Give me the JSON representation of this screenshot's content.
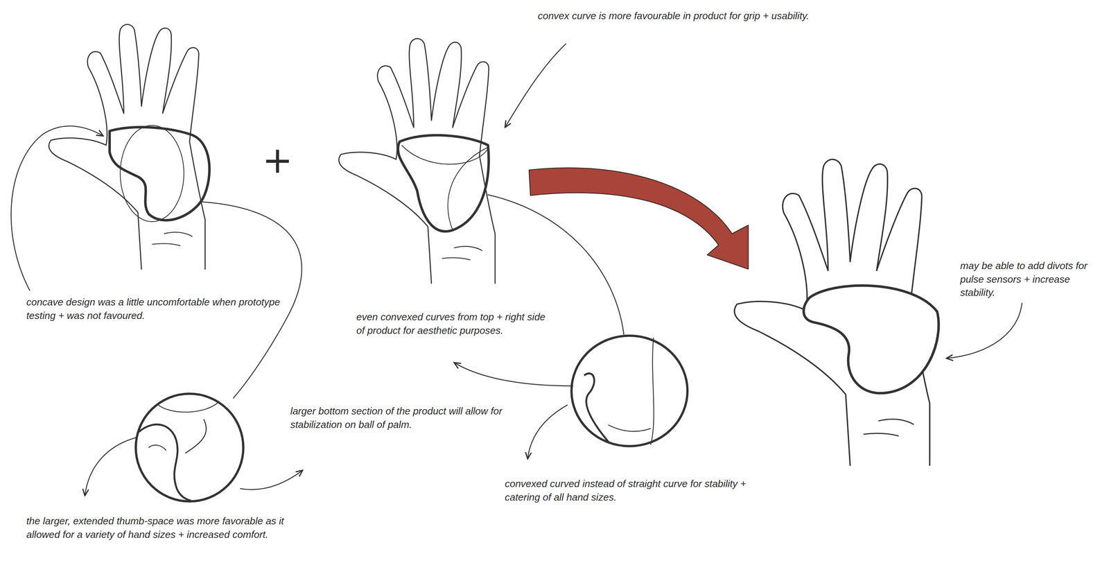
{
  "diagram": {
    "labels": [
      "convex curve is more favourable in product for grip + usability.",
      "+",
      "may be able to add divots for pulse sensors + increase stability.",
      "concave design was a little uncomfortable when prototype testing + was not favoured.",
      "even convexed curves from top + right side of product for aesthetic purposes.",
      "larger bottom section of the product will allow for stabilization on ball of palm.",
      "convexed curved instead of straight curve for stability + catering of all hand sizes.",
      "the larger, extended thumb-space was more favorable as it allowed for a variety of hand sizes + increased comfort."
    ]
  }
}
